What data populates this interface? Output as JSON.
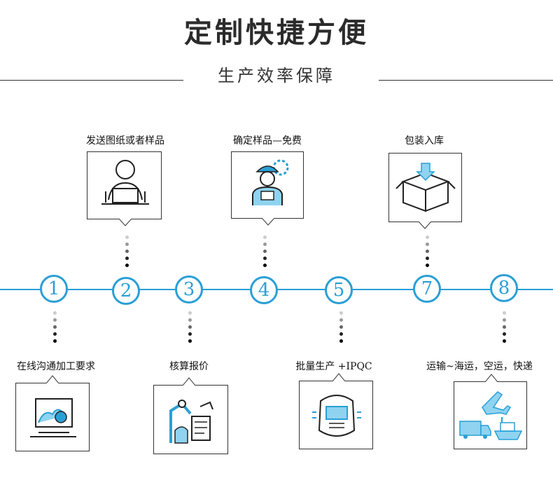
{
  "header": {
    "title": "定制快捷方便",
    "subtitle": "生产效率保障"
  },
  "colors": {
    "accent": "#2a9fd6",
    "text": "#222222",
    "line": "#333333"
  },
  "steps": [
    {
      "number": "1",
      "label": "在线沟通加工要求",
      "icon": "designer-screen-icon"
    },
    {
      "number": "2",
      "label": "发送图纸或者样品",
      "icon": "person-at-desk-icon"
    },
    {
      "number": "3",
      "label": "核算报价",
      "icon": "robot-arm-document-icon"
    },
    {
      "number": "4",
      "label": "确定样品—免费",
      "icon": "engineer-gear-icon"
    },
    {
      "number": "5",
      "label": "批量生产 +IPQC",
      "icon": "welding-mask-icon"
    },
    {
      "number": "7",
      "label": "包装入库",
      "icon": "package-box-icon"
    },
    {
      "number": "8",
      "label": "运输~海运，空运，快递",
      "icon": "airplane-truck-ship-icon"
    }
  ]
}
